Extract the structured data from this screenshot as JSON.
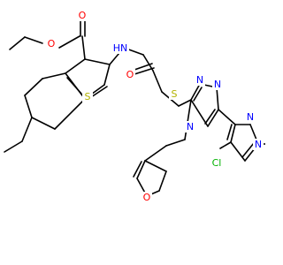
{
  "atom_colors": {
    "O": "#ff0000",
    "N": "#0000ff",
    "S": "#b2b200",
    "Cl": "#00b200",
    "H": "#000000"
  },
  "atom_labels": {
    "ester_o_top": "O",
    "ester_o_bridge": "O",
    "thiophene_s": "S",
    "amide_nh": "HN",
    "amide_o": "O",
    "thioether_s": "S",
    "triazole_n1": "N",
    "triazole_n2": "N",
    "triazole_n4": "N",
    "furan_o": "O",
    "chloro": "Cl",
    "pyrazole_n1": "N",
    "pyrazole_n2": "N"
  }
}
